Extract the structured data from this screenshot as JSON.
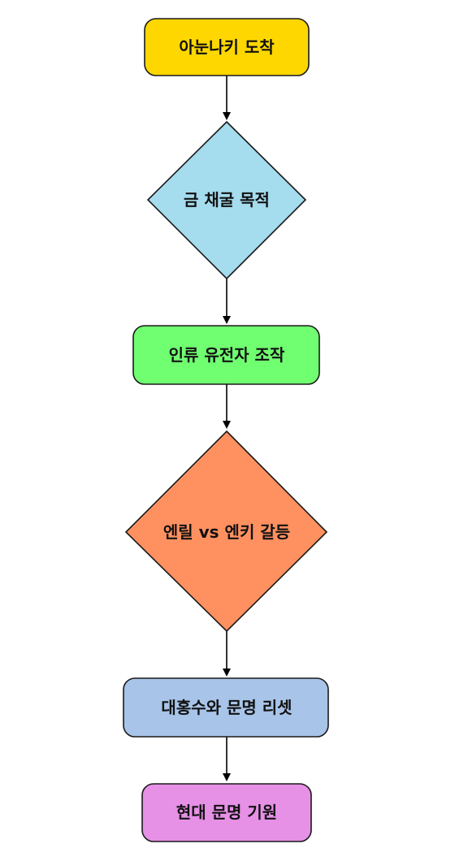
{
  "diagram": {
    "type": "flowchart",
    "nodes": [
      {
        "id": "n1",
        "label": "아눈나키 도착",
        "shape": "rounded-rect",
        "color": "#FFD700"
      },
      {
        "id": "n2",
        "label": "금 채굴 목적",
        "shape": "diamond",
        "color": "#A5DCEE"
      },
      {
        "id": "n3",
        "label": "인류 유전자 조작",
        "shape": "rounded-rect",
        "color": "#70FF70"
      },
      {
        "id": "n4",
        "label": "엔릴 vs 엔키 갈등",
        "shape": "diamond",
        "color": "#FF9160"
      },
      {
        "id": "n5",
        "label": "대홍수와 문명 리셋",
        "shape": "rounded-rect",
        "color": "#A8C4E8"
      },
      {
        "id": "n6",
        "label": "현대 문명 기원",
        "shape": "rounded-rect",
        "color": "#E690E6"
      }
    ],
    "edges": [
      {
        "from": "n1",
        "to": "n2"
      },
      {
        "from": "n2",
        "to": "n3"
      },
      {
        "from": "n3",
        "to": "n4"
      },
      {
        "from": "n4",
        "to": "n5"
      },
      {
        "from": "n5",
        "to": "n6"
      }
    ]
  }
}
